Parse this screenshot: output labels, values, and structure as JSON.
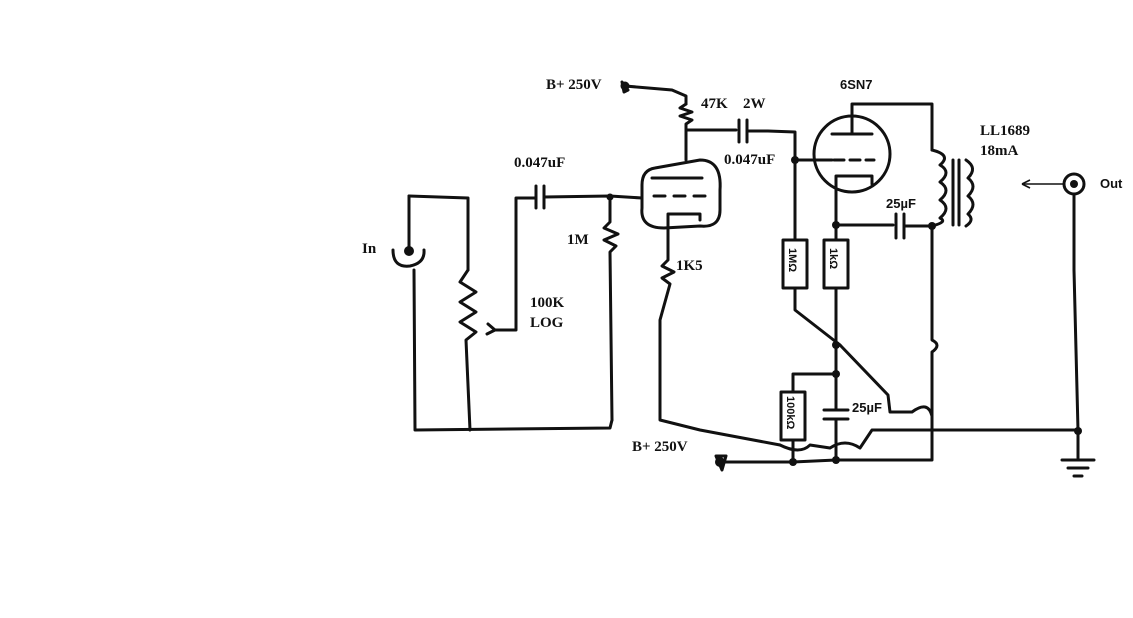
{
  "labels": {
    "bplus_top": "B+ 250V",
    "r47k": "47K",
    "r47k_watt": "2W",
    "tube": "6SN7",
    "transformer": "LL1689",
    "transformer_current": "18mA",
    "cap_in": "0.047uF",
    "cap_coupling": "0.047uF",
    "in": "In",
    "r1m": "1M",
    "r1k5": "1K5",
    "pot_value": "100K",
    "pot_taper": "LOG",
    "out": "Out",
    "r_1mohm": "1MΩ",
    "r_1kohm": "1kΩ",
    "cap_25uf_top": "25µF",
    "cap_25uf_bottom": "25µF",
    "r_100kohm": "100kΩ",
    "bplus_bottom": "B+ 250V"
  }
}
